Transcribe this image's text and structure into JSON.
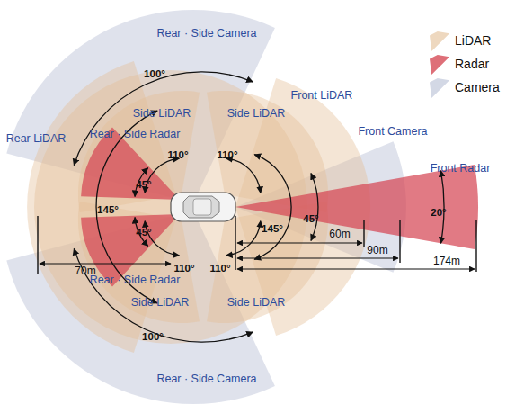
{
  "diagram": {
    "labels": [
      "Rear · Side Camera",
      "100°",
      "Front LiDAR",
      "Rear LiDAR",
      "Side LiDAR",
      "Side LiDAR",
      "Front Camera",
      "Rear · Side Radar",
      "110°",
      "110°",
      "Front Radar",
      "45°",
      "20°",
      "145°",
      "45°",
      "45°",
      "145°",
      "60m",
      "90m",
      "174m",
      "70m",
      "110°",
      "110°",
      "Rear · Side Radar",
      "Side LiDAR",
      "Side LiDAR",
      "100°",
      "Rear · Side Camera"
    ],
    "legend": [
      {
        "text": "LiDAR",
        "color": "#eed8bf"
      },
      {
        "text": "Radar",
        "color": "#de6f78"
      },
      {
        "text": "Camera",
        "color": "#d3d8e5"
      }
    ]
  }
}
